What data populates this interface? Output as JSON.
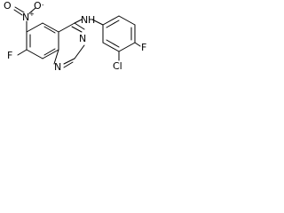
{
  "molecule": {
    "atoms": {
      "O_carbonyl": "O",
      "N_nitro": "N",
      "nitro_charge": "+",
      "O_single": "O",
      "nitro_minus": "-",
      "F_left": "F",
      "N_ring_top": "N",
      "N_ring_bottom": "N",
      "NH_N": "N",
      "NH_H": "H",
      "F_right": "F",
      "Cl": "Cl"
    }
  }
}
